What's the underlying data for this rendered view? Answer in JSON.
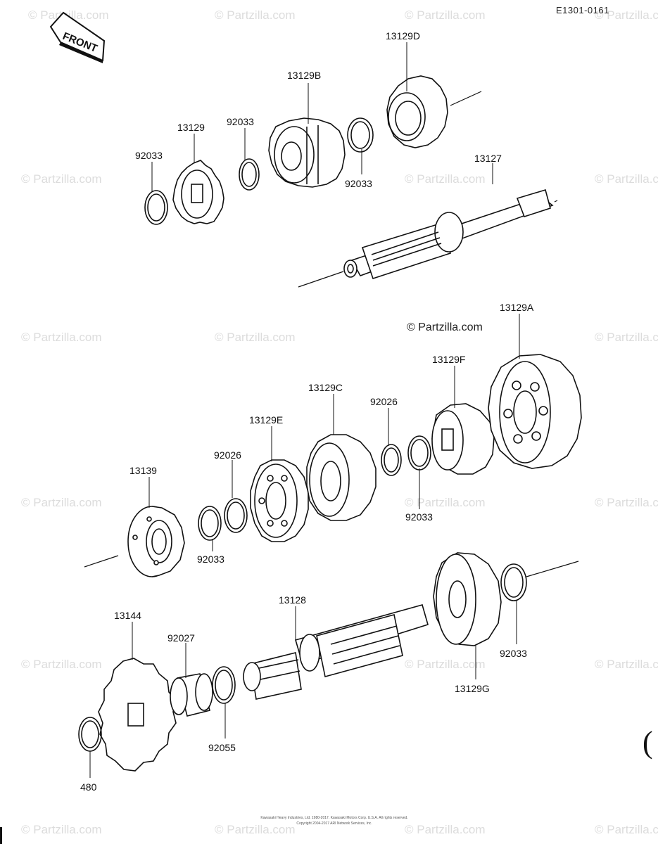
{
  "ref_code": "E1301-0161",
  "front_label": "FRONT",
  "watermark": "© Partzilla.com",
  "copyright_text": "© Partzilla.com",
  "footer_lines": [
    "Kawasaki Heavy Industries, Ltd. 1980-2017. Kawasaki Motors Corp. U.S.A. All rights reserved.",
    "Copyright 2004-2017 ARI Network Services, Inc."
  ],
  "parts": {
    "p13129": "13129",
    "p92033_a": "92033",
    "p92033_b": "92033",
    "p13129B": "13129B",
    "p92033_c": "92033",
    "p13129D": "13129D",
    "p13127": "13127",
    "p13129A": "13129A",
    "p13129F": "13129F",
    "p92026_a": "92026",
    "p13129C": "13129C",
    "p92033_d": "92033",
    "p13129E": "13129E",
    "p92026_b": "92026",
    "p13139": "13139",
    "p92033_e": "92033",
    "p13128": "13128",
    "p13144": "13144",
    "p92027": "92027",
    "p92055": "92055",
    "p480": "480",
    "p13129G": "13129G",
    "p92033_f": "92033"
  }
}
